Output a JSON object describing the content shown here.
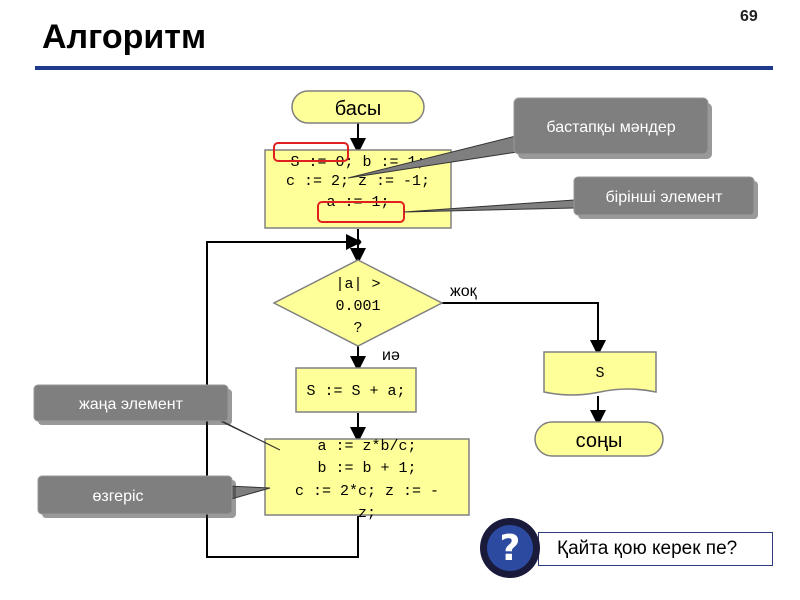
{
  "page": {
    "title": "Алгоритм",
    "page_number": "69"
  },
  "flowchart": {
    "start_label": "басы",
    "init_line1": "S := 0; b := 1;",
    "init_line2": "c := 2; z := -1;",
    "init_line3": "a := 1;",
    "condition_line1": "|a| >",
    "condition_line2": "0.001",
    "condition_line3": "?",
    "no_label": "жоқ",
    "yes_label": "иә",
    "sum_label": "S := S + a;",
    "update_line1": "a := z*b/c;",
    "update_line2": "b := b + 1;",
    "update_line3": "c := 2*c; z := -",
    "update_line4": "z;",
    "output_label": "S",
    "end_label": "соңы"
  },
  "callouts": {
    "initial_values": "бастапқы мәндер",
    "first_element": "бірінші элемент",
    "new_element": "жаңа элемент",
    "change": "өзгеріс"
  },
  "question": {
    "text": "Қайта қою керек пе?",
    "icon": "question-icon"
  },
  "colors": {
    "block_fill": "#ffff99",
    "callout_fill": "#7f7f7f",
    "accent_rule": "#1f3a8a",
    "highlight": "#e02020"
  }
}
